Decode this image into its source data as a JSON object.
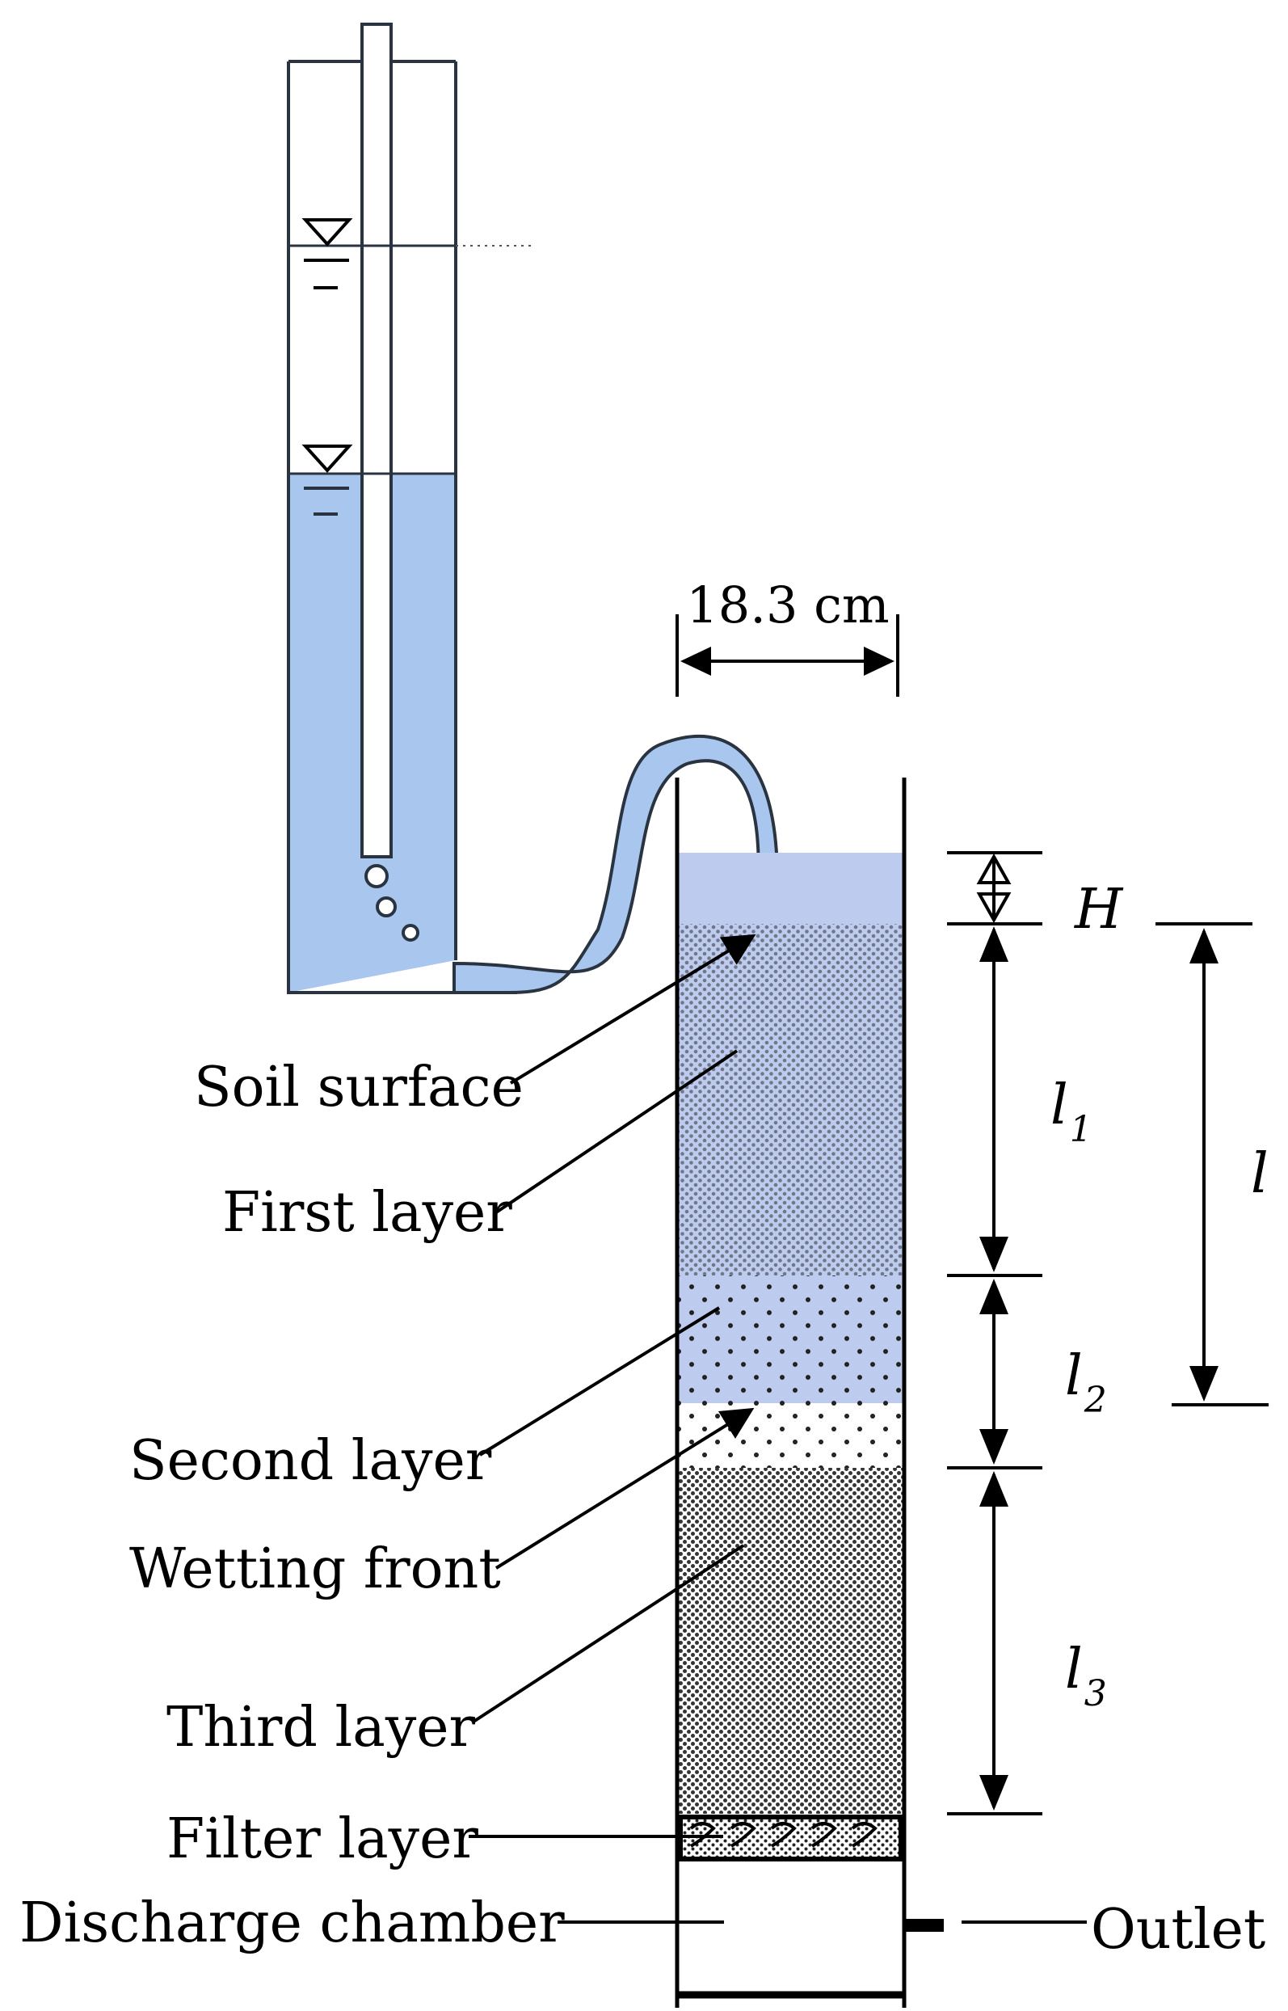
{
  "diagram": {
    "width_label": "18.3 cm",
    "labels": {
      "soil_surface": "Soil surface",
      "first_layer": "First layer",
      "second_layer": "Second layer",
      "wetting_front": "Wetting front",
      "third_layer": "Third layer",
      "filter_layer": "Filter layer",
      "discharge_chamber": "Discharge chamber",
      "outlet": "Outlet"
    },
    "symbols": {
      "H": "H",
      "l": "l",
      "l1_base": "l",
      "l1_sub": "1",
      "l2_base": "l",
      "l2_sub": "2",
      "l3_base": "l",
      "l3_sub": "3"
    },
    "colors": {
      "water": "#a8c6ee",
      "water_light": "#bccbee",
      "outline": "#000000",
      "tube_outline": "#2a3440"
    }
  }
}
